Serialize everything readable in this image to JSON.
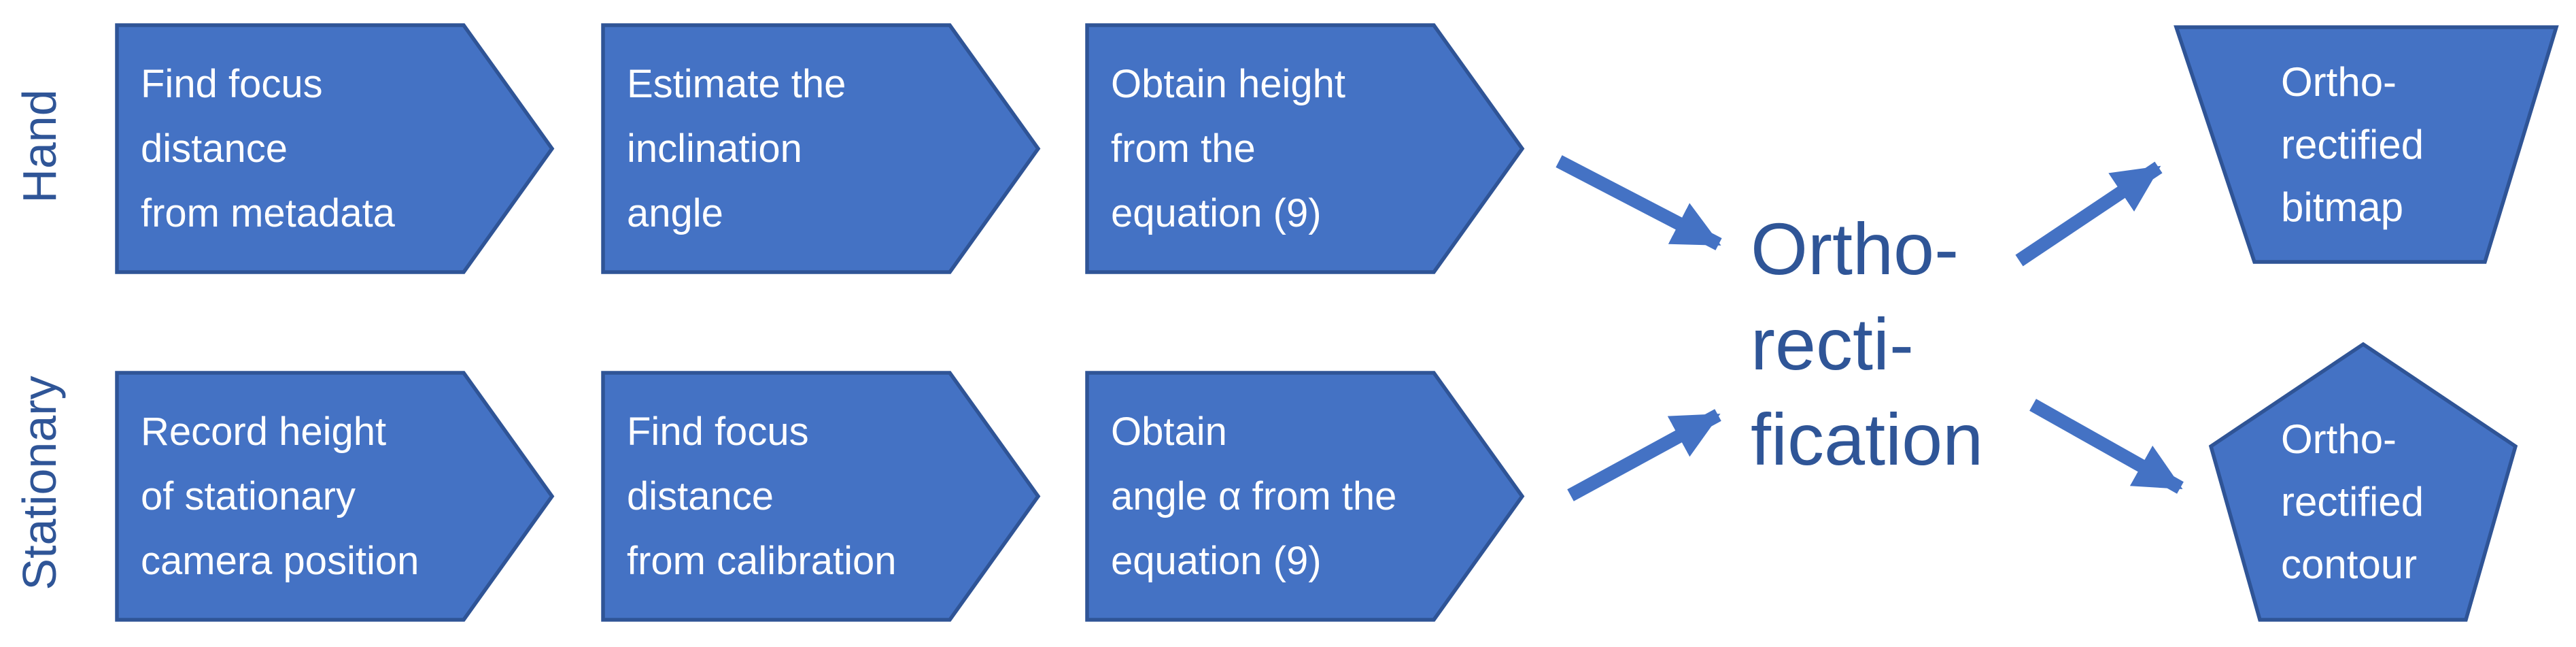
{
  "diagram": {
    "rows": [
      {
        "label": "Hand",
        "steps": [
          {
            "lines": [
              "Find focus",
              "distance",
              "from metadata"
            ]
          },
          {
            "lines": [
              "Estimate the",
              "inclination",
              "angle"
            ]
          },
          {
            "lines": [
              "Obtain height",
              "from the",
              "equation (9)"
            ]
          }
        ],
        "output": {
          "shape": "trapezoid",
          "lines": [
            "Ortho-",
            "rectified",
            "bitmap"
          ]
        }
      },
      {
        "label": "Stationary",
        "steps": [
          {
            "lines": [
              "Record height",
              "of stationary",
              "camera position"
            ]
          },
          {
            "lines": [
              "Find focus",
              "distance",
              "from calibration"
            ]
          },
          {
            "lines": [
              "Obtain",
              "angle α from the",
              "equation (9)"
            ]
          }
        ],
        "output": {
          "shape": "pentagon",
          "lines": [
            "Ortho-",
            "rectified",
            "contour"
          ]
        }
      }
    ],
    "center": {
      "lines": [
        "Ortho-",
        "recti-",
        "fication"
      ]
    },
    "colors": {
      "shape_fill": "#4472C4",
      "shape_stroke": "#2F5496",
      "text_on_shape": "#FFFFFF",
      "dark_text": "#2F5597",
      "arrow": "#4472C4"
    }
  }
}
